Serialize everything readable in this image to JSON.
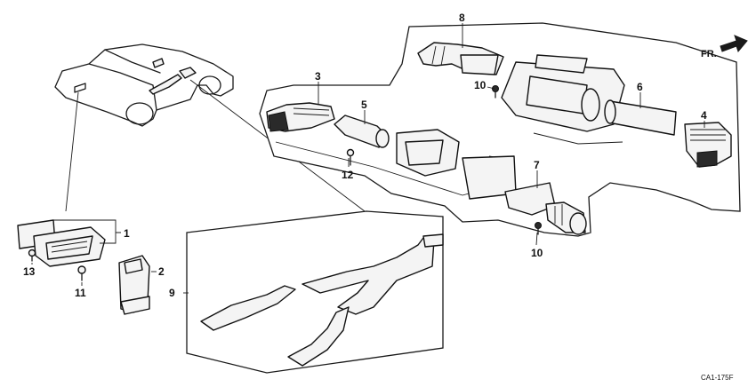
{
  "diagram": {
    "orientation_label": "FR.",
    "drawing_code": "CA1-175F",
    "callouts": [
      {
        "id": "c1",
        "text": "1"
      },
      {
        "id": "c2",
        "text": "2"
      },
      {
        "id": "c3",
        "text": "3"
      },
      {
        "id": "c4",
        "text": "4"
      },
      {
        "id": "c5",
        "text": "5"
      },
      {
        "id": "c6",
        "text": "6"
      },
      {
        "id": "c7",
        "text": "7"
      },
      {
        "id": "c8",
        "text": "8"
      },
      {
        "id": "c9",
        "text": "9"
      },
      {
        "id": "c10a",
        "text": "10"
      },
      {
        "id": "c10b",
        "text": "10"
      },
      {
        "id": "c11",
        "text": "11"
      },
      {
        "id": "c12",
        "text": "12"
      },
      {
        "id": "c13",
        "text": "13"
      }
    ]
  }
}
